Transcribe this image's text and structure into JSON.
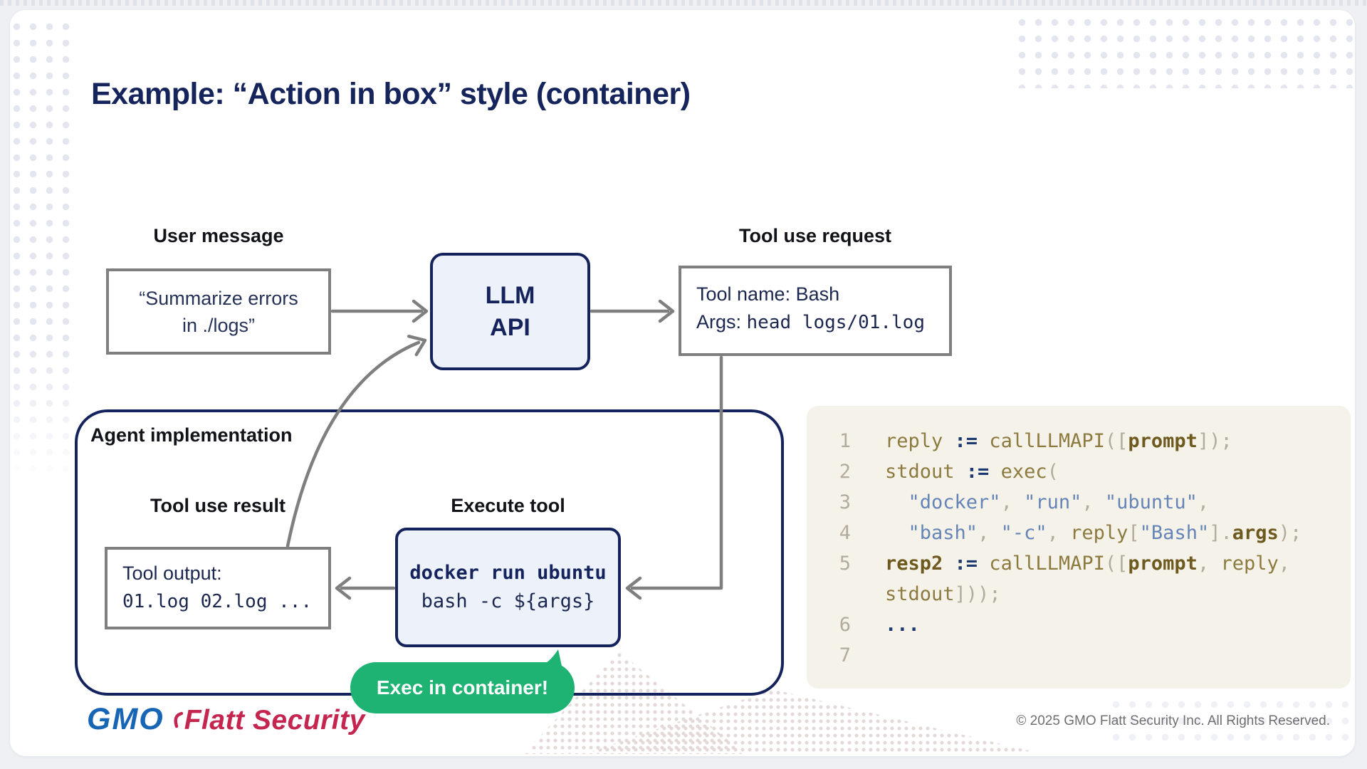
{
  "slide": {
    "title": "Example: “Action in box” style (container)",
    "copyright": "© 2025 GMO Flatt Security Inc. All Rights Reserved.",
    "logo": {
      "gmo": "GMO",
      "flatt": "Flatt Security"
    }
  },
  "diagram": {
    "user_message": {
      "label": "User message",
      "text": "“Summarize errors in ./logs”"
    },
    "llm_api": {
      "line1": "LLM",
      "line2": "API"
    },
    "tool_use_request": {
      "label": "Tool use request",
      "line1": "Tool name: Bash",
      "line2_prefix": "Args: ",
      "line2_code": "head logs/01.log"
    },
    "agent_implementation": {
      "label": "Agent implementation"
    },
    "tool_use_result": {
      "label": "Tool use result",
      "line1": "Tool output:",
      "line2_code": "01.log 02.log ..."
    },
    "execute_tool": {
      "label": "Execute tool",
      "line1_code": "docker run ubuntu",
      "line2_code": "bash -c ${args}"
    },
    "callout": {
      "text": "Exec in container!",
      "color": "#1eb273"
    },
    "edges": [
      {
        "from": "user-message",
        "to": "llm-api"
      },
      {
        "from": "llm-api",
        "to": "tool-use-request"
      },
      {
        "from": "tool-use-request",
        "to": "execute-tool"
      },
      {
        "from": "execute-tool",
        "to": "tool-output"
      },
      {
        "from": "tool-output",
        "to": "llm-api"
      }
    ]
  },
  "code_panel": {
    "background": "#f5f2ea",
    "lines": [
      {
        "num": "1",
        "tokens": [
          {
            "c": "id",
            "t": "reply "
          },
          {
            "c": "kw",
            "t": ":= "
          },
          {
            "c": "id",
            "t": "callLLMAPI"
          },
          {
            "c": "pun",
            "t": "(["
          },
          {
            "c": "emph",
            "t": "prompt"
          },
          {
            "c": "pun",
            "t": "]);"
          }
        ]
      },
      {
        "num": "2",
        "tokens": [
          {
            "c": "id",
            "t": "stdout "
          },
          {
            "c": "kw",
            "t": ":= "
          },
          {
            "c": "id",
            "t": "exec"
          },
          {
            "c": "pun",
            "t": "("
          }
        ]
      },
      {
        "num": "3",
        "tokens": [
          {
            "c": "pun",
            "t": "  "
          },
          {
            "c": "str",
            "t": "\"docker\""
          },
          {
            "c": "pun",
            "t": ", "
          },
          {
            "c": "str",
            "t": "\"run\""
          },
          {
            "c": "pun",
            "t": ", "
          },
          {
            "c": "str",
            "t": "\"ubuntu\""
          },
          {
            "c": "pun",
            "t": ","
          }
        ]
      },
      {
        "num": "4",
        "tokens": [
          {
            "c": "pun",
            "t": "  "
          },
          {
            "c": "str",
            "t": "\"bash\""
          },
          {
            "c": "pun",
            "t": ", "
          },
          {
            "c": "str",
            "t": "\"-c\""
          },
          {
            "c": "pun",
            "t": ", "
          },
          {
            "c": "id",
            "t": "reply"
          },
          {
            "c": "pun",
            "t": "["
          },
          {
            "c": "str",
            "t": "\"Bash\""
          },
          {
            "c": "pun",
            "t": "]."
          },
          {
            "c": "emph",
            "t": "args"
          },
          {
            "c": "pun",
            "t": ");"
          }
        ]
      },
      {
        "num": "5",
        "tokens": [
          {
            "c": "emph",
            "t": "resp2 "
          },
          {
            "c": "kw",
            "t": ":= "
          },
          {
            "c": "id",
            "t": "callLLMAPI"
          },
          {
            "c": "pun",
            "t": "(["
          },
          {
            "c": "emph",
            "t": "prompt"
          },
          {
            "c": "pun",
            "t": ", "
          },
          {
            "c": "id",
            "t": "reply"
          },
          {
            "c": "pun",
            "t": ","
          }
        ]
      },
      {
        "num": "",
        "tokens": [
          {
            "c": "id",
            "t": "stdout"
          },
          {
            "c": "pun",
            "t": "]));"
          }
        ]
      },
      {
        "num": "6",
        "tokens": [
          {
            "c": "kw",
            "t": "..."
          }
        ]
      },
      {
        "num": "7",
        "tokens": []
      }
    ]
  },
  "colors": {
    "accent_navy": "#14235c",
    "box_fill_blue": "#ecf1fa",
    "arrow_gray": "#7f7f7f",
    "callout_green": "#1eb273",
    "code_background": "#f5f2ea",
    "page_background": "#eef0f4"
  }
}
